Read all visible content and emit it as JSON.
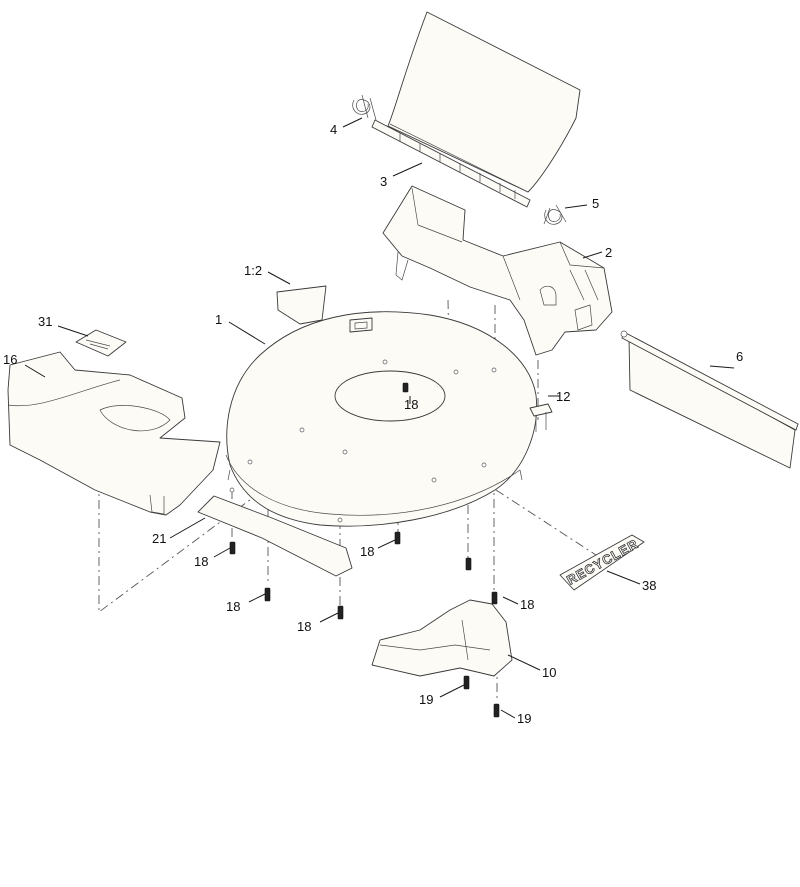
{
  "callouts": {
    "c1": "1",
    "c1_2": "1:2",
    "c2": "2",
    "c3": "3",
    "c4": "4",
    "c5": "5",
    "c6": "6",
    "c10": "10",
    "c12": "12",
    "c16": "16",
    "c18a": "18",
    "c18b": "18",
    "c18c": "18",
    "c18d": "18",
    "c18e": "18",
    "c18f": "18",
    "c19a": "19",
    "c19b": "19",
    "c21": "21",
    "c31": "31",
    "c38": "38"
  },
  "decal_text": "RECYCLER"
}
